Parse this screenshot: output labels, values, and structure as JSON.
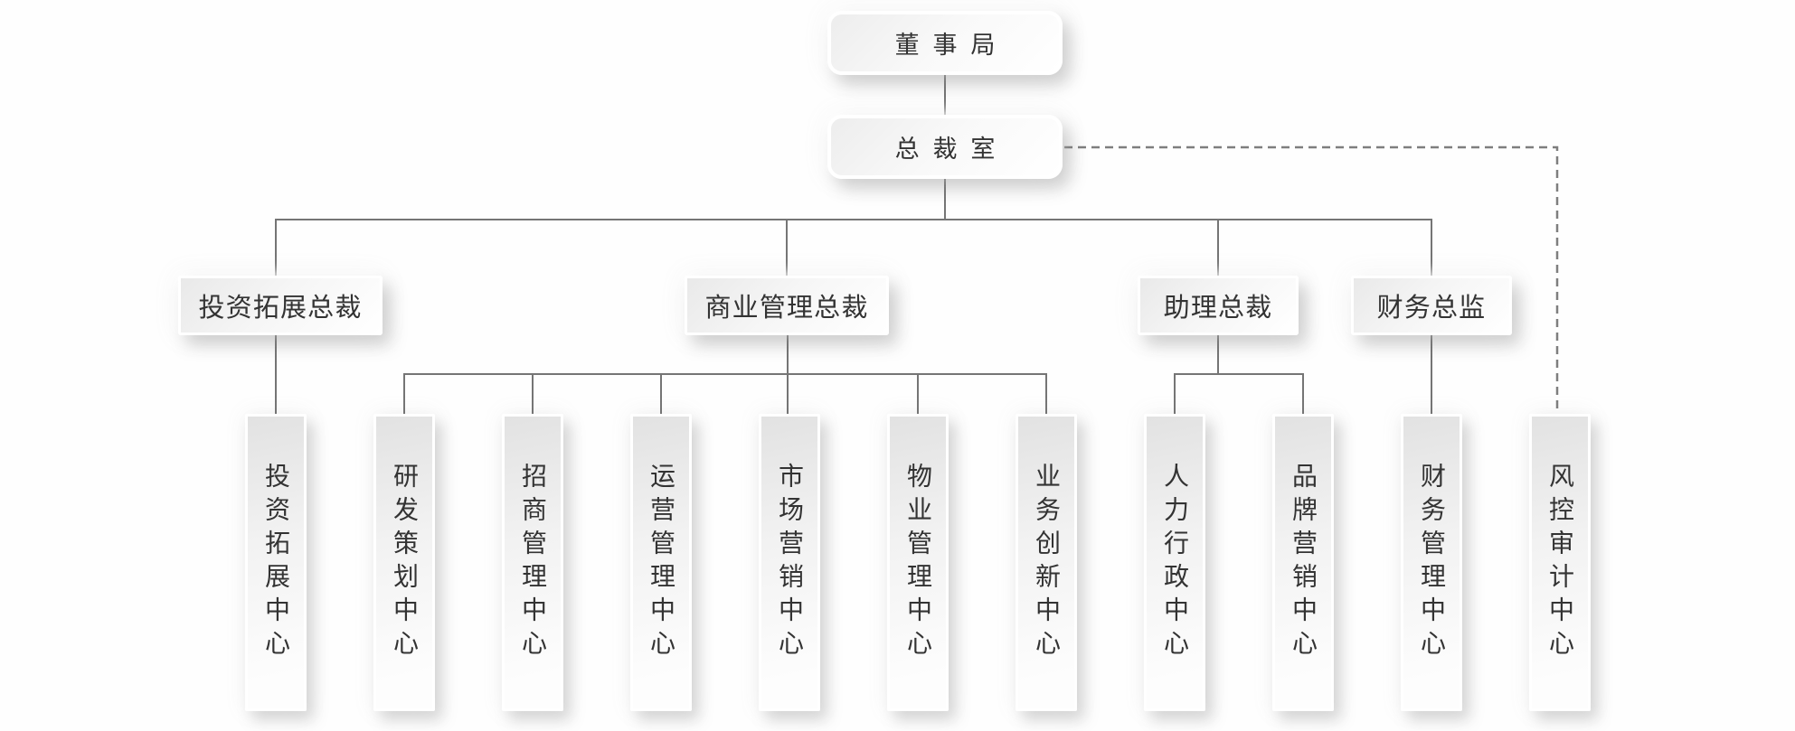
{
  "diagram": {
    "type": "org-chart",
    "root": {
      "label": "董事局"
    },
    "office": {
      "label": "总裁室"
    },
    "executives": [
      {
        "label": "投资拓展总裁"
      },
      {
        "label": "商业管理总裁"
      },
      {
        "label": "助理总裁"
      },
      {
        "label": "财务总监"
      }
    ],
    "centers": [
      {
        "label": "投资拓展中心"
      },
      {
        "label": "研发策划中心"
      },
      {
        "label": "招商管理中心"
      },
      {
        "label": "运营管理中心"
      },
      {
        "label": "市场营销中心"
      },
      {
        "label": "物业管理中心"
      },
      {
        "label": "业务创新中心"
      },
      {
        "label": "人力行政中心"
      },
      {
        "label": "品牌营销中心"
      },
      {
        "label": "财务管理中心"
      },
      {
        "label": "风控审计中心"
      }
    ],
    "hierarchy": {
      "root_child": "总裁室",
      "executive_children": {
        "投资拓展总裁": [
          "投资拓展中心"
        ],
        "商业管理总裁": [
          "研发策划中心",
          "招商管理中心",
          "运营管理中心",
          "市场营销中心",
          "物业管理中心",
          "业务创新中心"
        ],
        "助理总裁": [
          "人力行政中心",
          "品牌营销中心"
        ],
        "财务总监": [
          "财务管理中心"
        ]
      },
      "dashed_link": {
        "from": "总裁室",
        "to": "风控审计中心"
      }
    },
    "colors": {
      "line": "#757575",
      "dashed_line": "#7e7e7e",
      "text": "#333333"
    }
  }
}
